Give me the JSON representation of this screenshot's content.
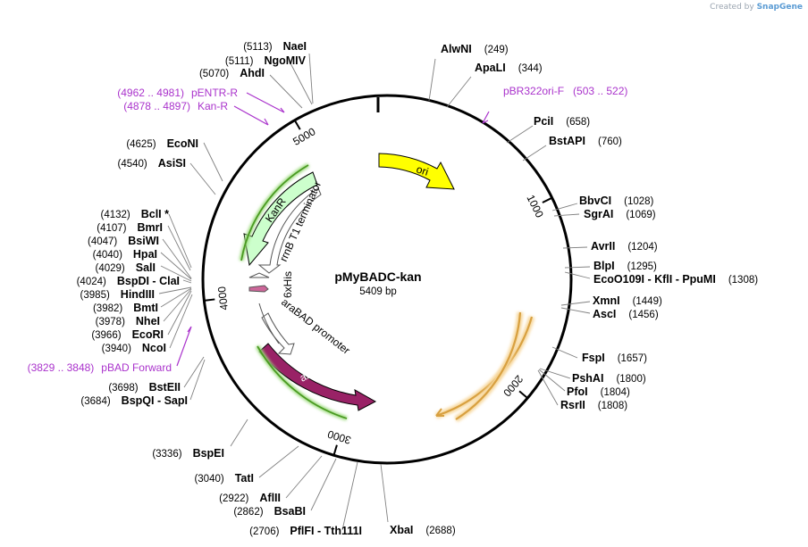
{
  "credit": {
    "prefix": "Created by",
    "brand": "SnapGene"
  },
  "plasmid": {
    "name": "pMyBADC-kan",
    "size": "5409 bp",
    "length": 5409
  },
  "colors": {
    "ori": "#ffff00",
    "kanR": "#ccffcc",
    "araC": "#992266",
    "primer": "#aa33cc",
    "orangeFeature": "#f0c070",
    "greenHalo": "#6abf40"
  },
  "ruler": {
    "ticks": [
      1000,
      2000,
      3000,
      4000,
      5000
    ],
    "labels": [
      "1000",
      "2000",
      "3000",
      "4000",
      "5000"
    ]
  },
  "features": [
    {
      "id": "ori",
      "label": "ori"
    },
    {
      "id": "kanR",
      "label": "KanR"
    },
    {
      "id": "rrnb",
      "label": "rrnB T1 terminator"
    },
    {
      "id": "his",
      "label": "6xHis"
    },
    {
      "id": "arabad",
      "label": "araBAD promoter"
    },
    {
      "id": "arac",
      "label": "araC"
    }
  ],
  "primers": [
    {
      "id": "pbr322",
      "name": "pBR322ori-F",
      "range": "(503 .. 522)"
    },
    {
      "id": "pentr",
      "name": "pENTR-R",
      "range": "(4962 .. 4981)"
    },
    {
      "id": "kanr-primer",
      "name": "Kan-R",
      "range": "(4878 .. 4897)"
    },
    {
      "id": "pbad",
      "name": "pBAD Forward",
      "range": "(3829 .. 3848)"
    }
  ],
  "sites_right": [
    {
      "name": "AlwNI",
      "pos": "(249)"
    },
    {
      "name": "ApaLI",
      "pos": "(344)"
    },
    {
      "name": "PciI",
      "pos": "(658)"
    },
    {
      "name": "BstAPI",
      "pos": "(760)"
    },
    {
      "name": "BbvCI",
      "pos": "(1028)"
    },
    {
      "name": "SgrAI",
      "pos": "(1069)"
    },
    {
      "name": "AvrII",
      "pos": "(1204)"
    },
    {
      "name": "BlpI",
      "pos": "(1295)"
    },
    {
      "name": "EcoO109I  - KflI  - PpuMI",
      "pos": "(1308)"
    },
    {
      "name": "XmnI",
      "pos": "(1449)"
    },
    {
      "name": "AscI",
      "pos": "(1456)"
    },
    {
      "name": "FspI",
      "pos": "(1657)"
    },
    {
      "name": "PshAI",
      "pos": "(1800)"
    },
    {
      "name": "PfoI",
      "pos": "(1804)"
    },
    {
      "name": "RsrII",
      "pos": "(1808)"
    },
    {
      "name": "XbaI",
      "pos": "(2688)"
    }
  ],
  "sites_left": [
    {
      "name": "NaeI",
      "pos": "(5113)"
    },
    {
      "name": "NgoMIV",
      "pos": "(5111)"
    },
    {
      "name": "AhdI",
      "pos": "(5070)"
    },
    {
      "name": "EcoNI",
      "pos": "(4625)"
    },
    {
      "name": "AsiSI",
      "pos": "(4540)"
    },
    {
      "name": "BclI *",
      "pos": "(4132)"
    },
    {
      "name": "BmrI",
      "pos": "(4107)"
    },
    {
      "name": "BsiWI",
      "pos": "(4047)"
    },
    {
      "name": "HpaI",
      "pos": "(4040)"
    },
    {
      "name": "SalI",
      "pos": "(4029)"
    },
    {
      "name": "BspDI  - ClaI",
      "pos": "(4024)"
    },
    {
      "name": "HindIII",
      "pos": "(3985)"
    },
    {
      "name": "BmtI",
      "pos": "(3982)"
    },
    {
      "name": "NheI",
      "pos": "(3978)"
    },
    {
      "name": "EcoRI",
      "pos": "(3966)"
    },
    {
      "name": "NcoI",
      "pos": "(3940)"
    },
    {
      "name": "BstEII",
      "pos": "(3698)"
    },
    {
      "name": "BspQI  - SapI",
      "pos": "(3684)"
    },
    {
      "name": "BspEI",
      "pos": "(3336)"
    },
    {
      "name": "TatI",
      "pos": "(3040)"
    },
    {
      "name": "AflII",
      "pos": "(2922)"
    },
    {
      "name": "BsaBI",
      "pos": "(2862)"
    },
    {
      "name": "PflFI  - Tth111I",
      "pos": "(2706)"
    }
  ]
}
